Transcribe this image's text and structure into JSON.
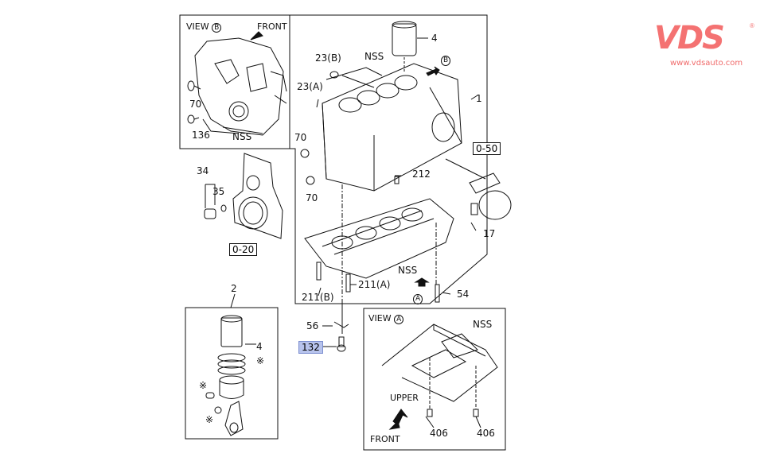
{
  "brand": {
    "name": "VDS",
    "registered": "®",
    "url": "www.vdsauto.com",
    "color": "#f47272"
  },
  "diagram": {
    "view_b": {
      "title": "VIEW",
      "view_id": "B",
      "front": "FRONT",
      "labels": [
        "70",
        "136",
        "NSS"
      ]
    },
    "block": {
      "labels": {
        "p4": "4",
        "p23b": "23(B)",
        "nss_top": "NSS",
        "view_b_marker": "B",
        "p23a": "23(A)",
        "p1": "1",
        "p70a": "70",
        "p70b": "70",
        "p212": "212",
        "nss_lower": "NSS",
        "p211a": "211(A)",
        "p211b": "211(B)",
        "view_a_marker": "A",
        "p54": "54"
      }
    },
    "refs": {
      "r050": "0-50",
      "r020": "0-20"
    },
    "plate": {
      "p34": "34",
      "p35": "35"
    },
    "filter": {
      "p17": "17"
    },
    "piston": {
      "p2": "2",
      "p4": "4",
      "star": "※"
    },
    "bolt": {
      "p56": "56",
      "p132": "132"
    },
    "view_a": {
      "title": "VIEW",
      "view_id": "A",
      "nss": "NSS",
      "upper": "UPPER",
      "front": "FRONT",
      "p406a": "406",
      "p406b": "406"
    }
  }
}
